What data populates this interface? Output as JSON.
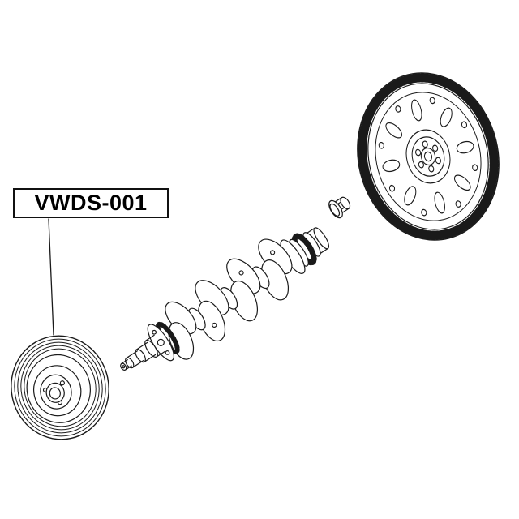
{
  "diagram": {
    "type": "exploded-parts-diagram",
    "background": "#ffffff",
    "line_color": "#1a1a1a",
    "label": {
      "text": "VWDS-001"
    },
    "parts": [
      {
        "name": "flywheel"
      },
      {
        "name": "crankshaft"
      },
      {
        "name": "washer-bolt"
      },
      {
        "name": "crankshaft-pulley"
      }
    ]
  }
}
